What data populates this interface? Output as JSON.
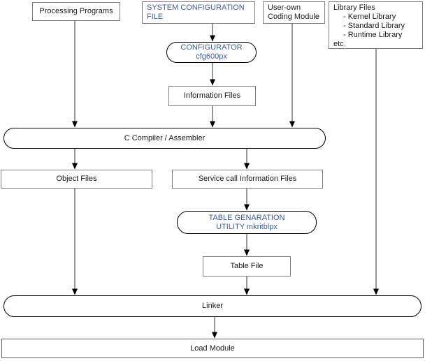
{
  "diagram": {
    "type": "flowchart",
    "colors": {
      "accent_blue": "#3a5ca8",
      "rect_border": "#7d7d7d",
      "shape_border": "#000000",
      "wire": "#333333",
      "background": "#ffffff"
    },
    "nodes": {
      "processing_programs": {
        "label": "Processing Programs"
      },
      "system_config_file": {
        "line1": "SYSTEM CONFIGURATION",
        "line2": "FILE"
      },
      "user_own_module": {
        "line1": "User-own",
        "line2": "Coding Module"
      },
      "library_files": {
        "title": "Library Files",
        "items": [
          "- Kernel Library",
          "- Standard Library",
          "- Runtime Library"
        ],
        "footer": "etc."
      },
      "configurator": {
        "line1": "CONFIGURATOR",
        "line2": "cfg600px"
      },
      "information_files": {
        "label": "Information Files"
      },
      "compiler": {
        "label": "C Compiler / Assembler"
      },
      "object_files": {
        "label": "Object Files"
      },
      "service_call_files": {
        "label": "Service call Information Files"
      },
      "table_gen_utility": {
        "line1": "TABLE GENARATION",
        "line2": "UTILITY mkritblpx"
      },
      "table_file": {
        "label": "Table File"
      },
      "linker": {
        "label": "Linker"
      },
      "load_module": {
        "label": "Load Module"
      }
    }
  }
}
